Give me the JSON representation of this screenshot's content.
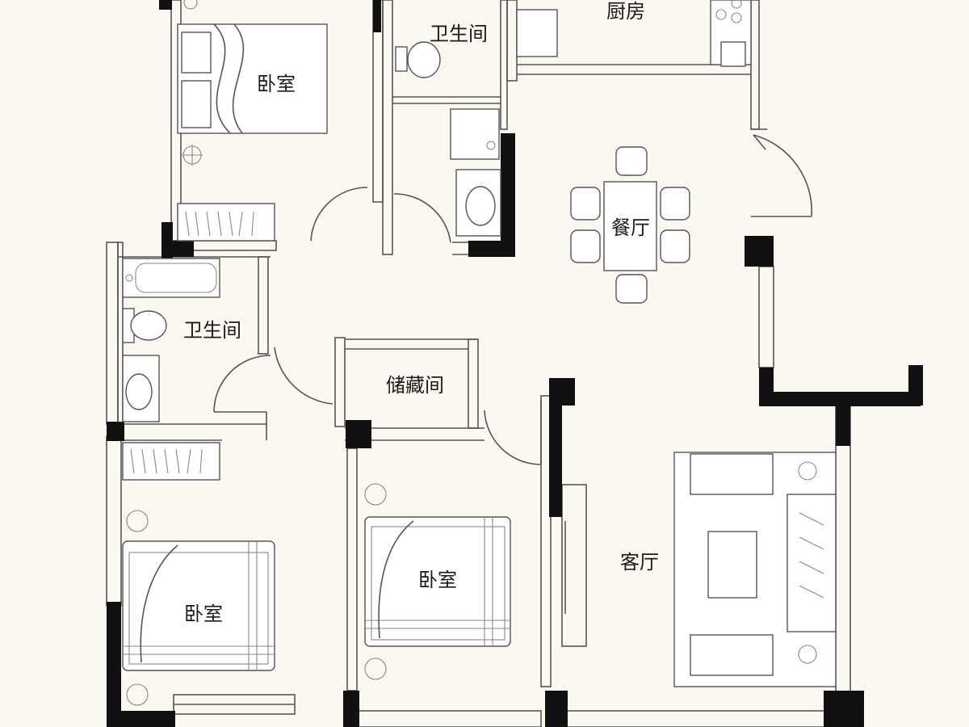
{
  "rooms": {
    "bedroom_top": "卧室",
    "bathroom_top": "卫生间",
    "kitchen": "厨房",
    "dining": "餐厅",
    "bathroom_left": "卫生间",
    "storage": "储藏间",
    "bedroom_bottom_left": "卧室",
    "bedroom_bottom_mid": "卧室",
    "living": "客厅"
  }
}
